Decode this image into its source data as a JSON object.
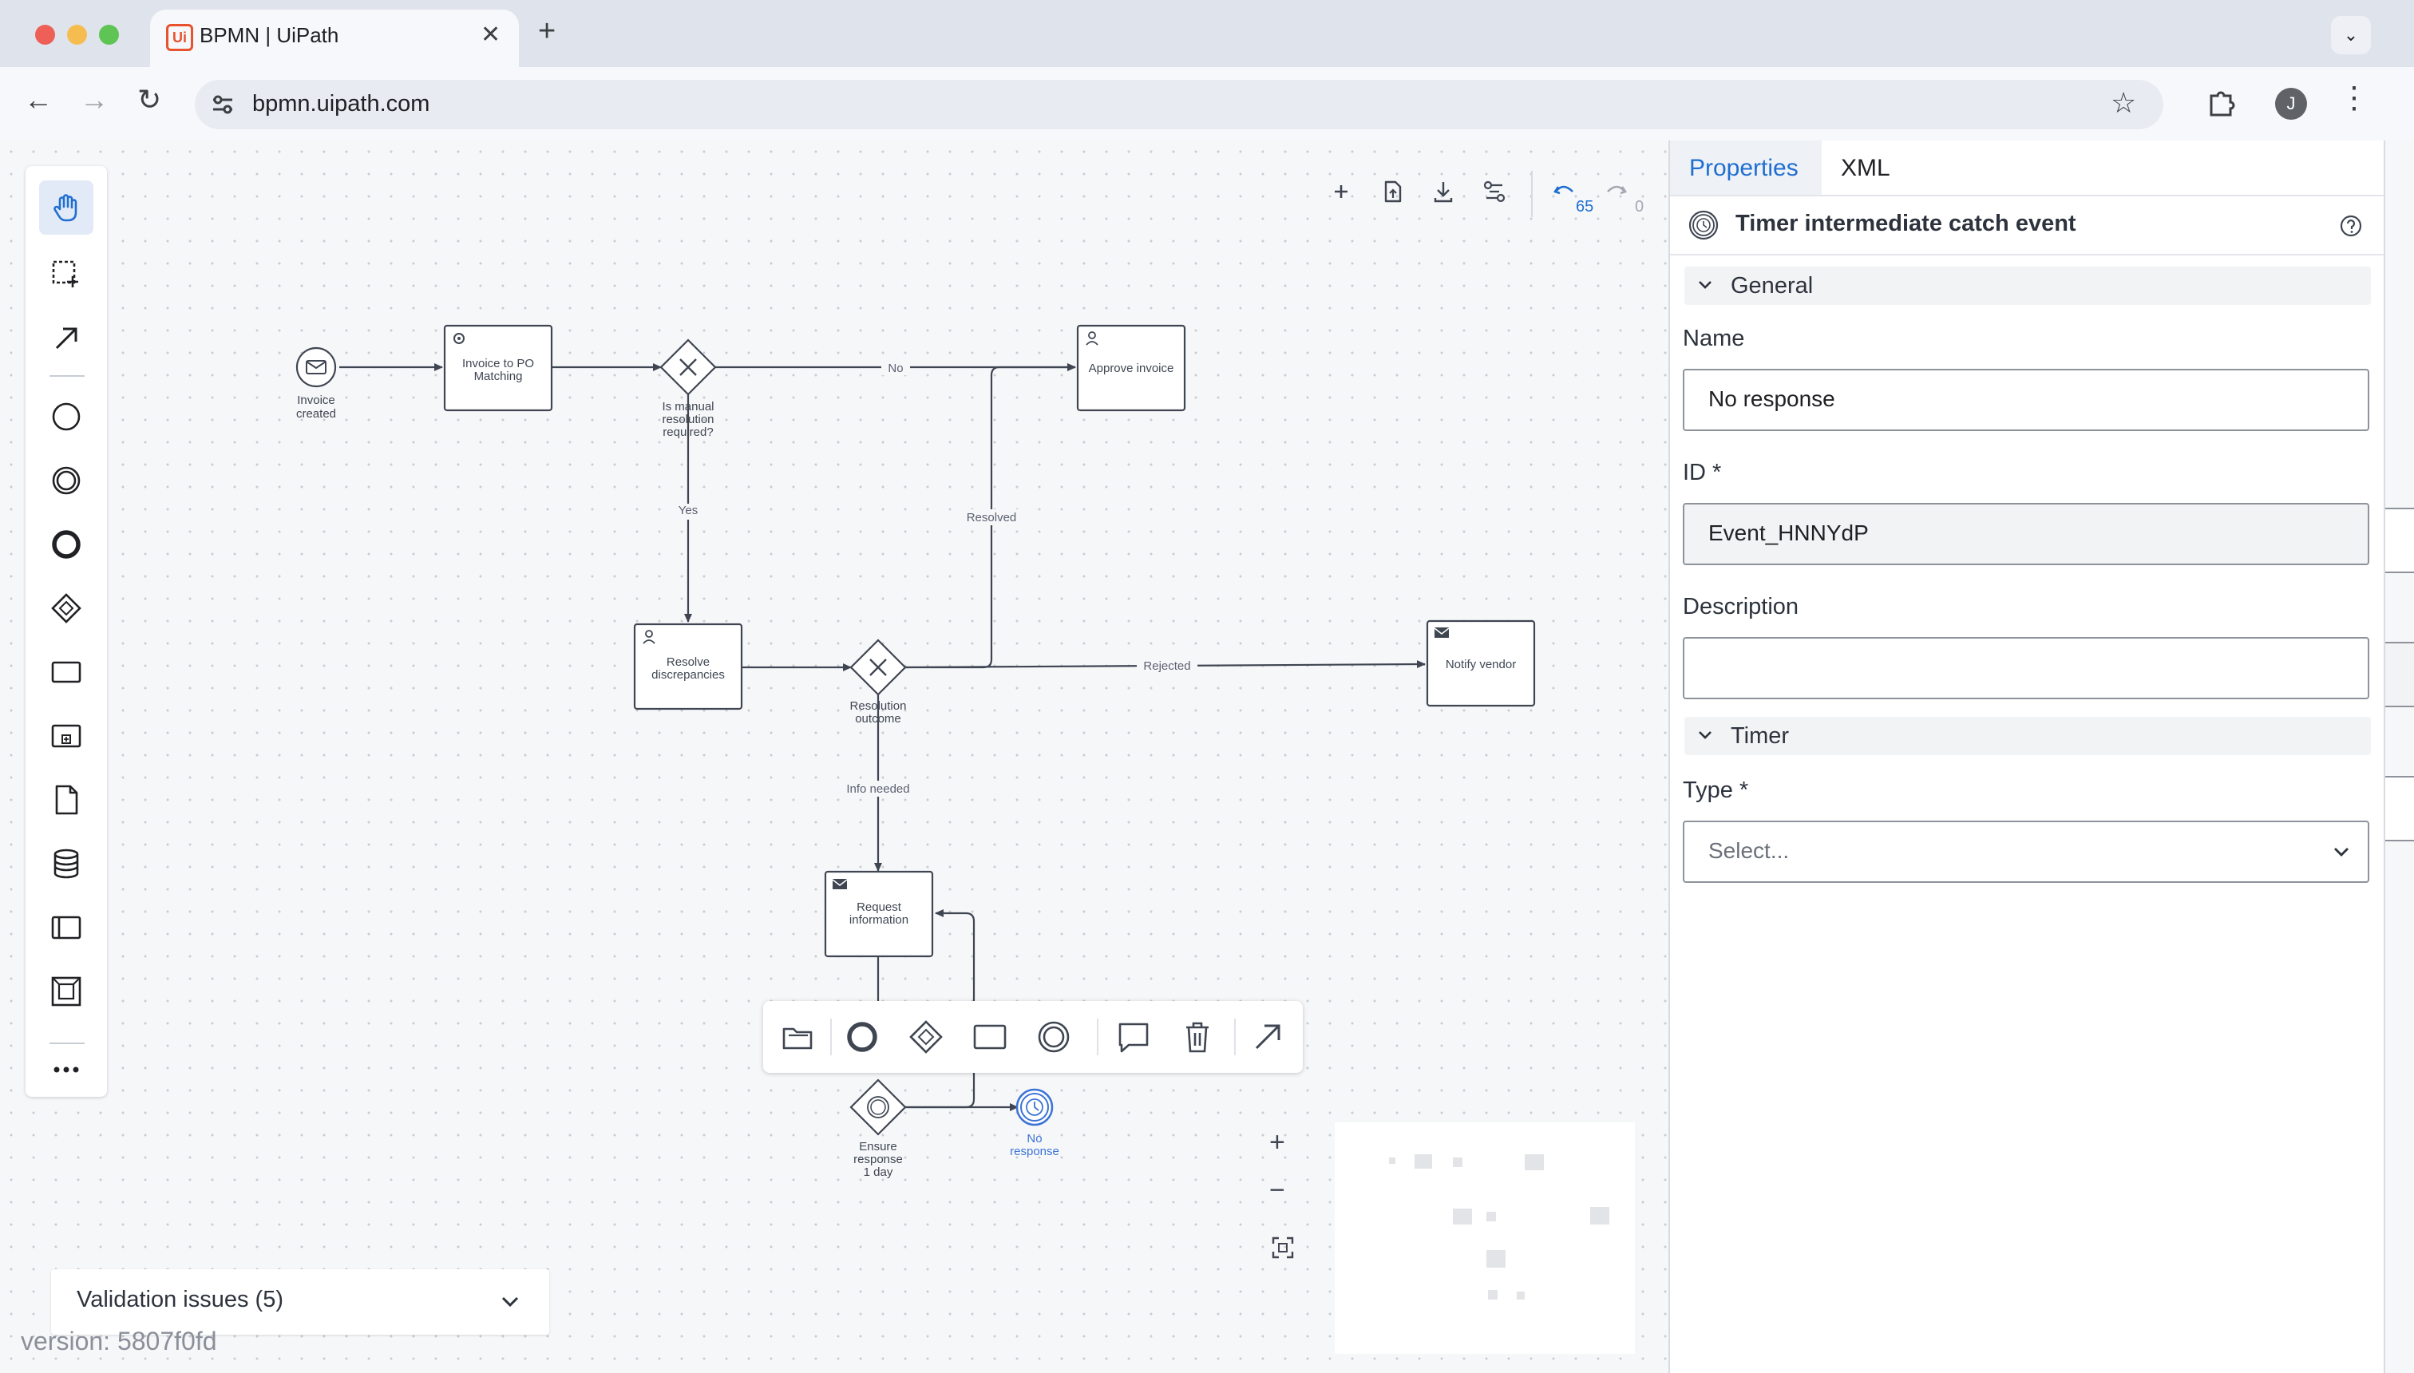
{
  "browser": {
    "tab_title": "BPMN | UiPath",
    "favicon_text": "Ui",
    "url": "bpmn.uipath.com",
    "profile_initial": "J"
  },
  "canvas": {
    "undo_count": "65",
    "redo_count": "0",
    "validation_label": "Validation issues (5)",
    "version": "version: 5807f0fd"
  },
  "diagram": {
    "nodes": {
      "invoice_created": [
        "Invoice",
        "created"
      ],
      "invoice_to_po": [
        "Invoice to PO",
        "Matching"
      ],
      "manual_gateway": [
        "Is manual",
        "resolution",
        "required?"
      ],
      "approve_invoice": [
        "Approve invoice"
      ],
      "resolve_discrepancies": [
        "Resolve",
        "discrepancies"
      ],
      "resolution_outcome": [
        "Resolution",
        "outcome"
      ],
      "notify_vendor": [
        "Notify vendor"
      ],
      "request_information": [
        "Request",
        "information"
      ],
      "ensure_response": [
        "Ensure",
        "response",
        "1 day"
      ],
      "no_response": [
        "No",
        "response"
      ]
    },
    "edges": {
      "no": "No",
      "yes": "Yes",
      "resolved": "Resolved",
      "rejected": "Rejected",
      "info_needed": "Info needed"
    }
  },
  "panel": {
    "tabs": [
      "Properties",
      "XML"
    ],
    "element_type": "Timer intermediate catch event",
    "sections": {
      "general": "General",
      "timer": "Timer"
    },
    "fields": {
      "name_label": "Name",
      "name_value": "No response",
      "id_label": "ID *",
      "id_value": "Event_HNNYdP",
      "description_label": "Description",
      "description_value": "",
      "type_label": "Type *",
      "type_placeholder": "Select..."
    }
  },
  "colors": {
    "accent": "#1f6fd1",
    "selected": "#3b73d6",
    "stroke": "#3f4652",
    "uipath": "#e8532d"
  }
}
